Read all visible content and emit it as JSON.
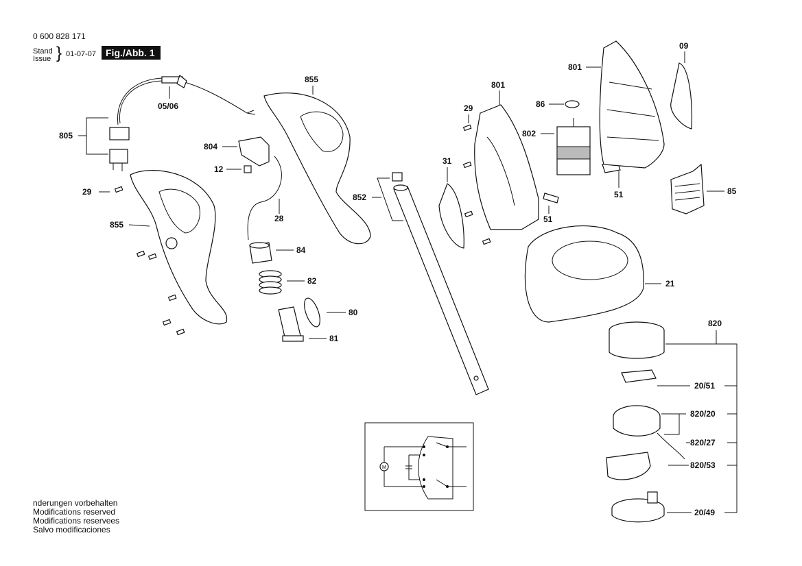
{
  "header": {
    "part_number": "0 600 828 171",
    "stand_label": "Stand",
    "issue_label": "Issue",
    "brace": "}",
    "date": "01-07-07",
    "figure_label": "Fig./Abb. 1"
  },
  "footer": {
    "lines": [
      "nderungen vorbehalten",
      "Modifications reserved",
      "Modifications reservees",
      "Salvo modificaciones"
    ]
  },
  "parts": {
    "p_05_06": "05/06",
    "p_805": "805",
    "p_29a": "29",
    "p_855a": "855",
    "p_804": "804",
    "p_12": "12",
    "p_28": "28",
    "p_84": "84",
    "p_82": "82",
    "p_80": "80",
    "p_81": "81",
    "p_855b": "855",
    "p_852": "852",
    "p_29b": "29",
    "p_801a": "801",
    "p_31": "31",
    "p_51a": "51",
    "p_86": "86",
    "p_802": "802",
    "p_51b": "51",
    "p_801b": "801",
    "p_09": "09",
    "p_85": "85",
    "p_21": "21",
    "p_820": "820",
    "p_20_51": "20/51",
    "p_820_20": "820/20",
    "p_820_27": "820/27",
    "p_820_53": "820/53",
    "p_20_49": "20/49"
  },
  "schematic": {
    "motor_label": "M"
  }
}
